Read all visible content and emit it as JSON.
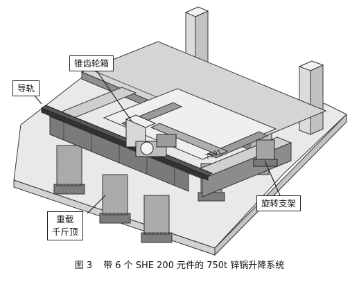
{
  "labels": {
    "guide_rail": "导轨",
    "bevel_gearbox": "锥齿轮箱",
    "heavy_jack_line1": "重载",
    "heavy_jack_line2": "千斤顶",
    "rotating_support": "旋转支架"
  },
  "beam_marking": "750t",
  "caption": {
    "number": "图 3",
    "text": "带 6 个 SHE 200 元件的 750t 锌锅升降系统"
  }
}
